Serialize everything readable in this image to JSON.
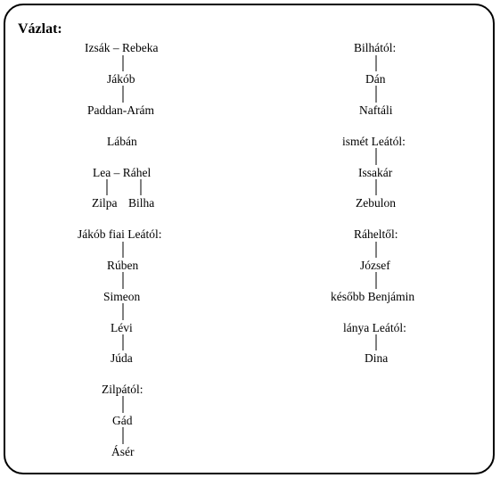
{
  "title": "Vázlat:",
  "left_column": {
    "isaac_rebekah": "Izsák – Rebeka",
    "jacob": "Jákób",
    "paddan_aram": "Paddan-Arám",
    "laban": "Lábán",
    "leah_rachel": "Lea – Ráhel",
    "zilpah": "Zilpa",
    "bilhah": "Bilha",
    "sons_from_leah": "Jákób fiai Leától:",
    "reuben": "Rúben",
    "simeon": "Simeon",
    "levi": "Lévi",
    "judah": "Júda",
    "from_zilpah": "Zilpától:",
    "gad": "Gád",
    "asher": "Ásér"
  },
  "right_column": {
    "from_bilhah": "Bilhától:",
    "dan": "Dán",
    "naphtali": "Naftáli",
    "again_from_leah": "ismét Leától:",
    "issachar": "Issakár",
    "zebulun": "Zebulon",
    "from_rachel": "Ráheltől:",
    "joseph": "József",
    "later_benjamin": "később Benjámin",
    "daughter_from_leah": "lánya Leától:",
    "dinah": "Dina"
  }
}
